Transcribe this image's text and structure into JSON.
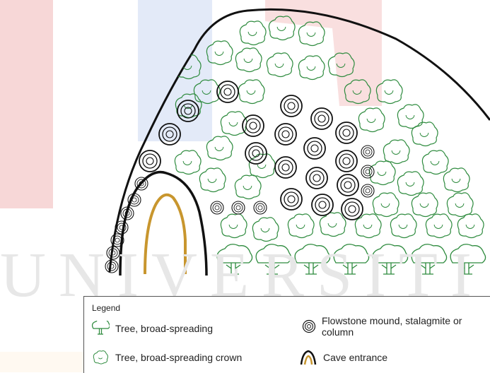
{
  "legend": {
    "title": "Legend",
    "items": [
      {
        "label": "Tree, broad-spreading",
        "icon": "tree-broad-spreading-icon"
      },
      {
        "label": "Tree, broad-spreading crown",
        "icon": "tree-crown-icon"
      },
      {
        "label": "Flowstone mound, stalagmite or column",
        "icon": "flowstone-icon"
      },
      {
        "label": "Cave entrance",
        "icon": "cave-entrance-icon"
      }
    ]
  },
  "watermark": {
    "text": "UNIVERSITI"
  },
  "colors": {
    "tree": "#2e8b3e",
    "outline": "#111111",
    "cave_inner": "#c8962e",
    "watermark_red": "#f7d7d7",
    "watermark_blue": "#e3eaf8"
  }
}
